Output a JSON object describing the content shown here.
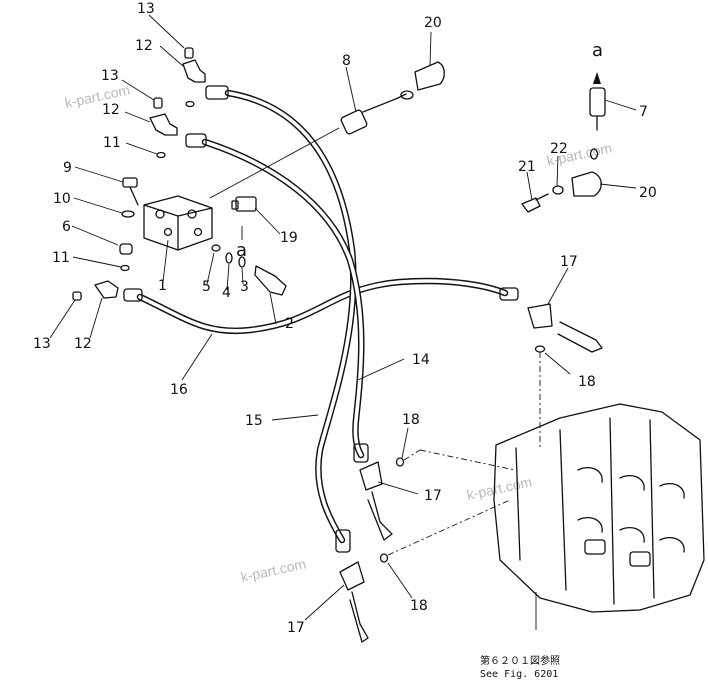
{
  "diagram": {
    "callouts": [
      {
        "id": "c13a",
        "text": "13"
      },
      {
        "id": "c12a",
        "text": "12"
      },
      {
        "id": "c13b",
        "text": "13"
      },
      {
        "id": "c12b",
        "text": "12"
      },
      {
        "id": "c11a",
        "text": "11"
      },
      {
        "id": "c9",
        "text": "9"
      },
      {
        "id": "c10",
        "text": "10"
      },
      {
        "id": "c6",
        "text": "6"
      },
      {
        "id": "c11b",
        "text": "11"
      },
      {
        "id": "c13c",
        "text": "13"
      },
      {
        "id": "c12c",
        "text": "12"
      },
      {
        "id": "c1",
        "text": "1"
      },
      {
        "id": "c5",
        "text": "5"
      },
      {
        "id": "c4",
        "text": "4"
      },
      {
        "id": "c3",
        "text": "3"
      },
      {
        "id": "c2",
        "text": "2"
      },
      {
        "id": "c19",
        "text": "19"
      },
      {
        "id": "c8",
        "text": "8"
      },
      {
        "id": "c20a",
        "text": "20"
      },
      {
        "id": "c7",
        "text": "7"
      },
      {
        "id": "c21",
        "text": "21"
      },
      {
        "id": "c22",
        "text": "22"
      },
      {
        "id": "c20b",
        "text": "20"
      },
      {
        "id": "c17a",
        "text": "17"
      },
      {
        "id": "c18a",
        "text": "18"
      },
      {
        "id": "c16",
        "text": "16"
      },
      {
        "id": "c14",
        "text": "14"
      },
      {
        "id": "c15",
        "text": "15"
      },
      {
        "id": "c18b",
        "text": "18"
      },
      {
        "id": "c17b",
        "text": "17"
      },
      {
        "id": "c18c",
        "text": "18"
      },
      {
        "id": "c17c",
        "text": "17"
      }
    ],
    "connection_marks": [
      {
        "id": "a_top",
        "text": "a"
      },
      {
        "id": "a_block",
        "text": "a"
      }
    ],
    "figure_reference": {
      "line1": "第６２０１図参照",
      "line2": "See Fig. 6201"
    },
    "watermarks": [
      "k-part.com",
      "k-part.com",
      "k-part.com",
      "k-part.com"
    ]
  }
}
